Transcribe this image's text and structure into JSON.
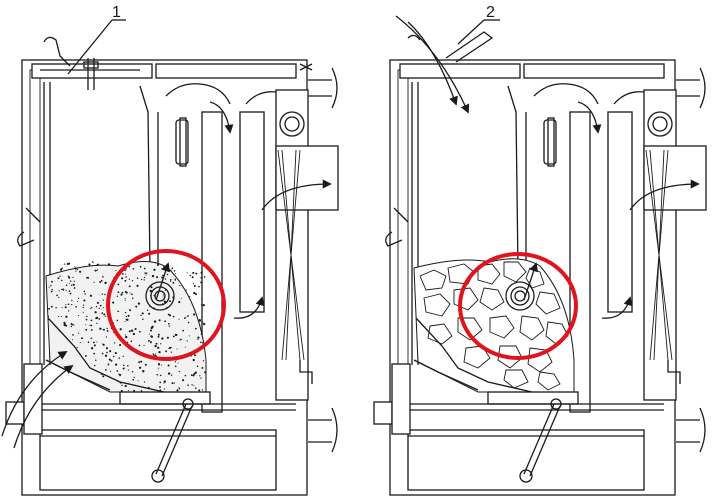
{
  "callouts": [
    {
      "label": "1"
    },
    {
      "label": "2"
    }
  ],
  "colors": {
    "line": "#1a1a1a",
    "highlight": "#e0141e",
    "background": "#ffffff"
  },
  "views": [
    {
      "fuel": "dust-fuel",
      "hatch": "top-loading-door-closed"
    },
    {
      "fuel": "lump-fuel",
      "hatch": "top-loading-door-open"
    }
  ],
  "icons": [
    "boiler-section",
    "highlight-circle",
    "flow-arrow",
    "fuel-pile"
  ]
}
